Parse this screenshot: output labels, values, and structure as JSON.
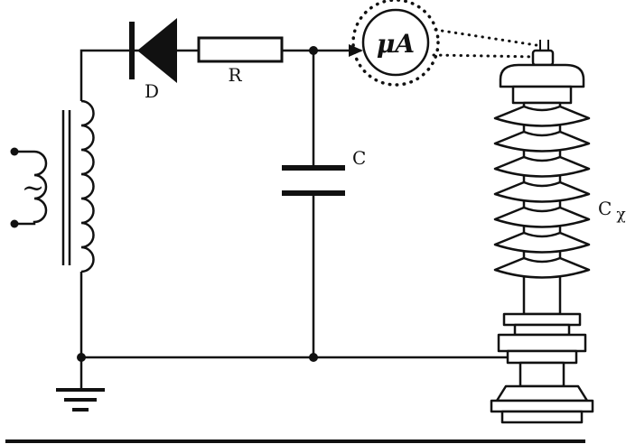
{
  "diagram": {
    "type": "circuit-schematic",
    "labels": {
      "source": "~",
      "diode": "D",
      "resistor": "R",
      "capacitor": "C",
      "microammeter": "μA",
      "test_object_main": "C",
      "test_object_sub": "χ"
    },
    "colors": {
      "ink": "#111111",
      "paper": "#ffffff"
    }
  }
}
